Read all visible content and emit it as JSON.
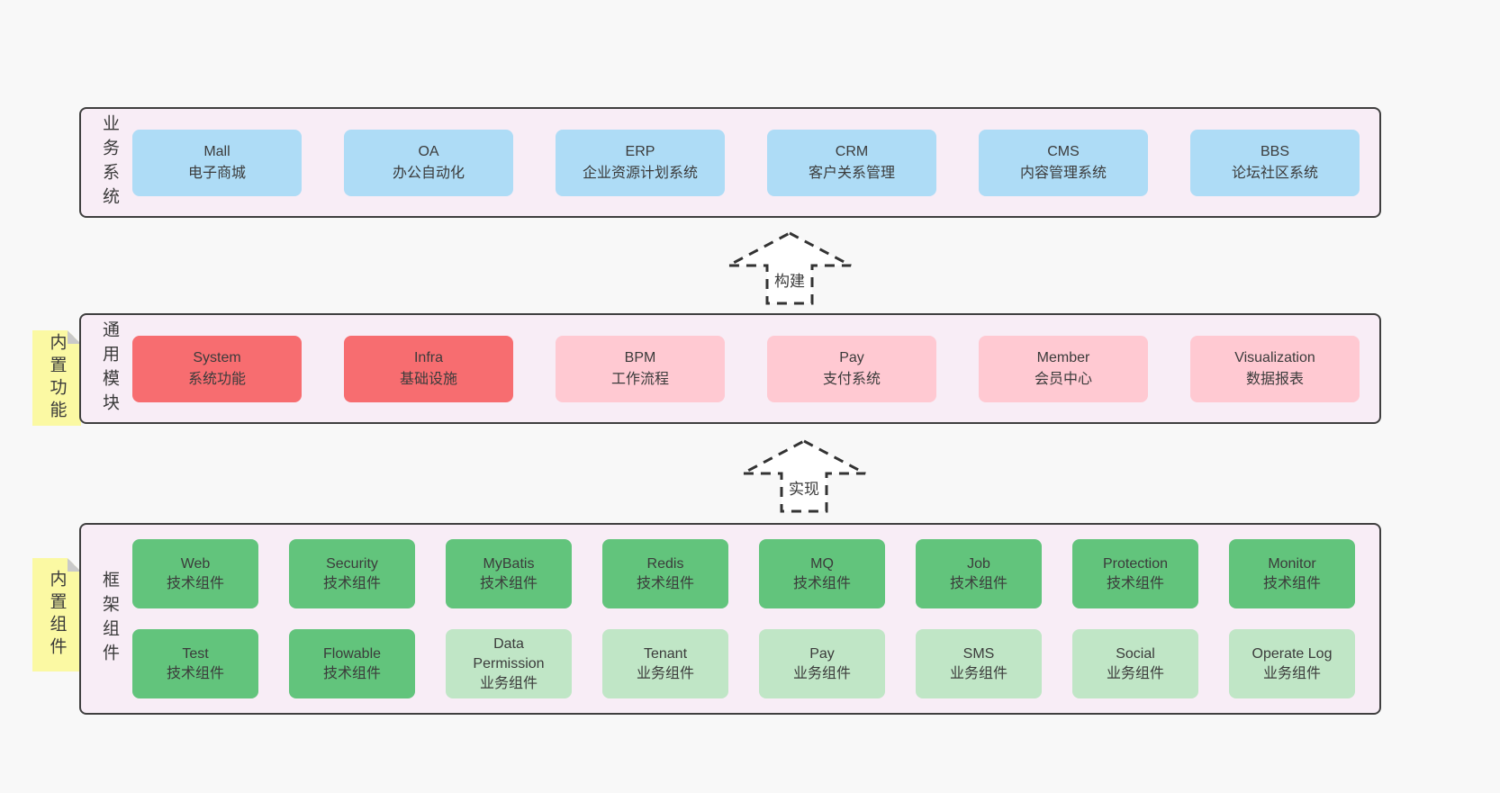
{
  "page": {
    "background": "#f8f8f8"
  },
  "colors": {
    "container_bg": "#f8edf6",
    "container_border": "#3f3f3f",
    "text": "#3a3a3a",
    "blue": "#aedcf6",
    "red": "#f76d70",
    "pink": "#ffc9d2",
    "green": "#62c47c",
    "light_green": "#c0e6c6",
    "sticky_yellow": "#fbf9a3",
    "sticky_fold": "#c9c9c9",
    "arrow_fill": "#ffffff",
    "arrow_stroke": "#333333"
  },
  "sections": {
    "business": {
      "label": "业务系统",
      "boxes": [
        {
          "title": "Mall",
          "subtitle": "电子商城",
          "variant": "blue"
        },
        {
          "title": "OA",
          "subtitle": "办公自动化",
          "variant": "blue"
        },
        {
          "title": "ERP",
          "subtitle": "企业资源计划系统",
          "variant": "blue"
        },
        {
          "title": "CRM",
          "subtitle": "客户关系管理",
          "variant": "blue"
        },
        {
          "title": "CMS",
          "subtitle": "内容管理系统",
          "variant": "blue"
        },
        {
          "title": "BBS",
          "subtitle": "论坛社区系统",
          "variant": "blue"
        }
      ]
    },
    "modules": {
      "label": "通用模块",
      "sticky": "内置功能",
      "boxes": [
        {
          "title": "System",
          "subtitle": "系统功能",
          "variant": "red"
        },
        {
          "title": "Infra",
          "subtitle": "基础设施",
          "variant": "red"
        },
        {
          "title": "BPM",
          "subtitle": "工作流程",
          "variant": "pink"
        },
        {
          "title": "Pay",
          "subtitle": "支付系统",
          "variant": "pink"
        },
        {
          "title": "Member",
          "subtitle": "会员中心",
          "variant": "pink"
        },
        {
          "title": "Visualization",
          "subtitle": "数据报表",
          "variant": "pink"
        }
      ]
    },
    "framework": {
      "label": "框架组件",
      "sticky": "内置组件",
      "rows": [
        [
          {
            "title": "Web",
            "subtitle": "技术组件",
            "variant": "green"
          },
          {
            "title": "Security",
            "subtitle": "技术组件",
            "variant": "green"
          },
          {
            "title": "MyBatis",
            "subtitle": "技术组件",
            "variant": "green"
          },
          {
            "title": "Redis",
            "subtitle": "技术组件",
            "variant": "green"
          },
          {
            "title": "MQ",
            "subtitle": "技术组件",
            "variant": "green"
          },
          {
            "title": "Job",
            "subtitle": "技术组件",
            "variant": "green"
          },
          {
            "title": "Protection",
            "subtitle": "技术组件",
            "variant": "green"
          },
          {
            "title": "Monitor",
            "subtitle": "技术组件",
            "variant": "green"
          }
        ],
        [
          {
            "title": "Test",
            "subtitle": "技术组件",
            "variant": "green"
          },
          {
            "title": "Flowable",
            "subtitle": "技术组件",
            "variant": "green"
          },
          {
            "title": "Data Permission",
            "subtitle": "业务组件",
            "variant": "light_green"
          },
          {
            "title": "Tenant",
            "subtitle": "业务组件",
            "variant": "light_green"
          },
          {
            "title": "Pay",
            "subtitle": "业务组件",
            "variant": "light_green"
          },
          {
            "title": "SMS",
            "subtitle": "业务组件",
            "variant": "light_green"
          },
          {
            "title": "Social",
            "subtitle": "业务组件",
            "variant": "light_green"
          },
          {
            "title": "Operate Log",
            "subtitle": "业务组件",
            "variant": "light_green"
          }
        ]
      ]
    }
  },
  "arrows": [
    {
      "label": "构建"
    },
    {
      "label": "实现"
    }
  ]
}
